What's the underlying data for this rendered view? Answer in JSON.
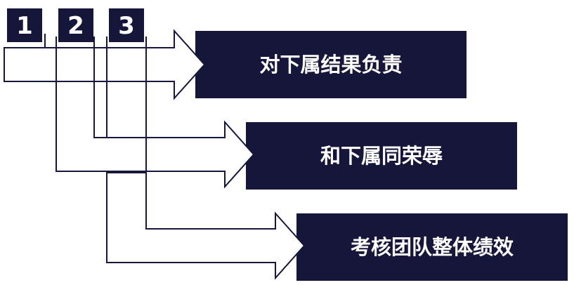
{
  "colors": {
    "navy": "#16163a",
    "line": "#16163a",
    "background": "#ffffff"
  },
  "numbers": [
    "1",
    "2",
    "3"
  ],
  "outcomes": [
    "对下属结果负责",
    "和下属同荣辱",
    "考核团队整体绩效"
  ]
}
